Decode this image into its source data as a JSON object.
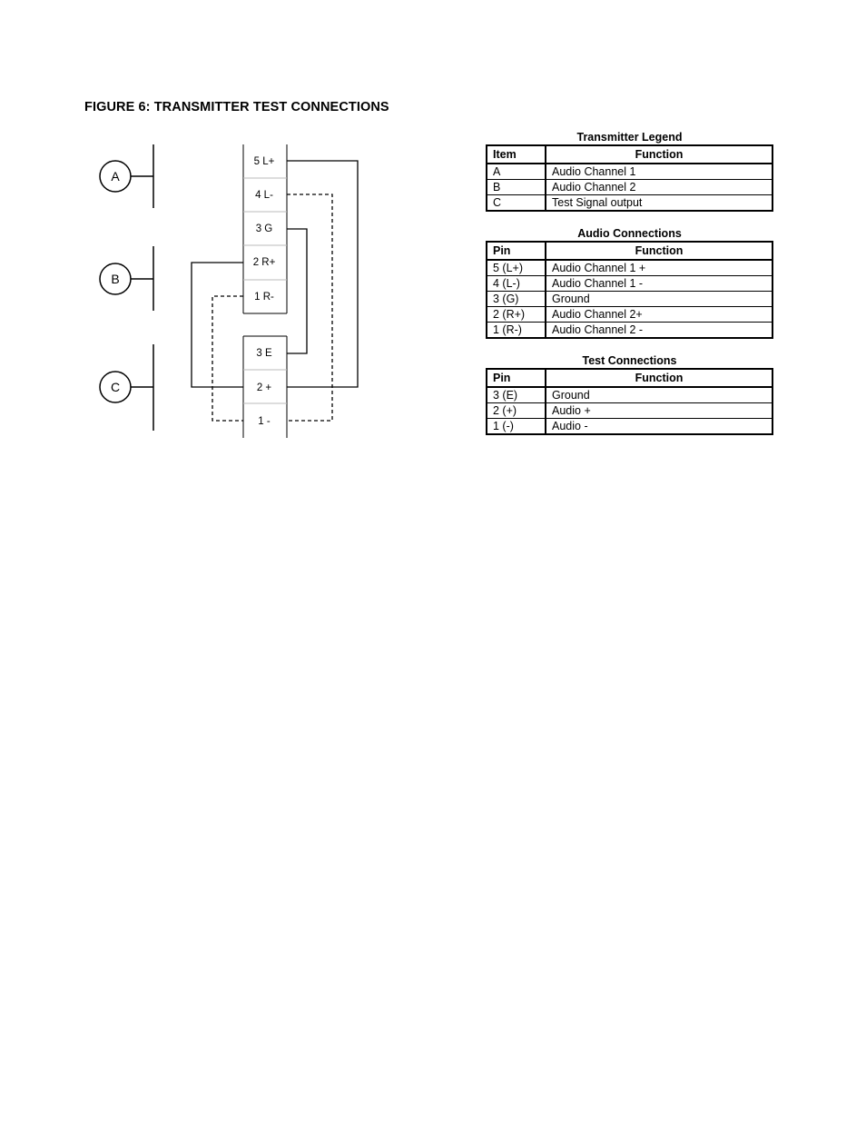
{
  "figure_title": "FIGURE 6: TRANSMITTER TEST CONNECTIONS",
  "diagram": {
    "connectors": [
      {
        "label": "A"
      },
      {
        "label": "B"
      },
      {
        "label": "C"
      }
    ],
    "terminal_blocks": [
      {
        "pins": [
          "5 L+",
          "4 L-",
          "3 G",
          "2 R+",
          "1 R-"
        ]
      },
      {
        "pins": [
          "3 E",
          "2 +",
          "1 -"
        ]
      }
    ]
  },
  "tables": [
    {
      "caption": "Transmitter Legend",
      "headers": [
        "Item",
        "Function"
      ],
      "rows": [
        [
          "A",
          "Audio Channel 1"
        ],
        [
          "B",
          "Audio Channel 2"
        ],
        [
          "C",
          "Test Signal output"
        ]
      ]
    },
    {
      "caption": "Audio Connections",
      "headers": [
        "Pin",
        "Function"
      ],
      "rows": [
        [
          "5 (L+)",
          "Audio Channel 1 +"
        ],
        [
          "4 (L-)",
          "Audio Channel 1 -"
        ],
        [
          "3 (G)",
          "Ground"
        ],
        [
          "2 (R+)",
          "Audio Channel 2+"
        ],
        [
          "1 (R-)",
          "Audio Channel 2 -"
        ]
      ]
    },
    {
      "caption": "Test Connections",
      "headers": [
        "Pin",
        "Function"
      ],
      "rows": [
        [
          "3 (E)",
          "Ground"
        ],
        [
          "2 (+)",
          "Audio +"
        ],
        [
          "1 (-)",
          "Audio -"
        ]
      ]
    }
  ]
}
